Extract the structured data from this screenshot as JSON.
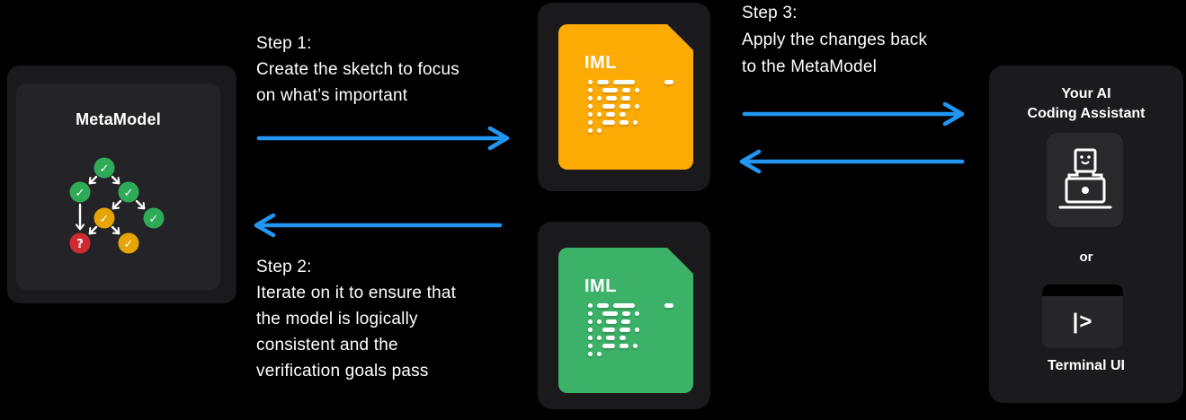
{
  "metamodel": {
    "title": "MetaModel",
    "nodes": [
      {
        "id": "root",
        "status": "verified",
        "glyph": "✓"
      },
      {
        "id": "left",
        "status": "verified",
        "glyph": "✓"
      },
      {
        "id": "right",
        "status": "verified",
        "glyph": "✓"
      },
      {
        "id": "middle",
        "status": "warning",
        "glyph": "✓"
      },
      {
        "id": "far-right",
        "status": "verified",
        "glyph": "✓"
      },
      {
        "id": "bottom-left",
        "status": "error",
        "glyph": "?"
      },
      {
        "id": "bottom-right",
        "status": "warning",
        "glyph": "✓"
      }
    ]
  },
  "steps": [
    {
      "label": "Step 1:",
      "lines": [
        "Create the sketch to focus",
        "on what’s important"
      ]
    },
    {
      "label": "Step 2:",
      "lines": [
        "Iterate on it to ensure that",
        "the model is logically",
        "consistent and the",
        "verification goals pass"
      ]
    },
    {
      "label": "Step 3:",
      "lines": [
        "Apply the changes back",
        "to the MetaModel"
      ]
    }
  ],
  "documents": [
    {
      "label": "IML",
      "color": "#FCAB05"
    },
    {
      "label": "IML",
      "color": "#3CB269"
    }
  ],
  "assistant_panel": {
    "title_line1": "Your AI",
    "title_line2": "Coding Assistant",
    "or_label": "or",
    "terminal_prompt": "|>",
    "terminal_label": "Terminal UI"
  },
  "colors": {
    "background": "#000000",
    "panel": "#1A1A1C",
    "panel_inner": "#242428",
    "arrow_blue": "#2196F3",
    "doc_orange": "#FCAB05",
    "doc_green": "#3CB269",
    "node_green": "#2FAB58",
    "node_yellow": "#E6A503",
    "node_red": "#CE2A2F",
    "text": "#FFFFFF"
  }
}
